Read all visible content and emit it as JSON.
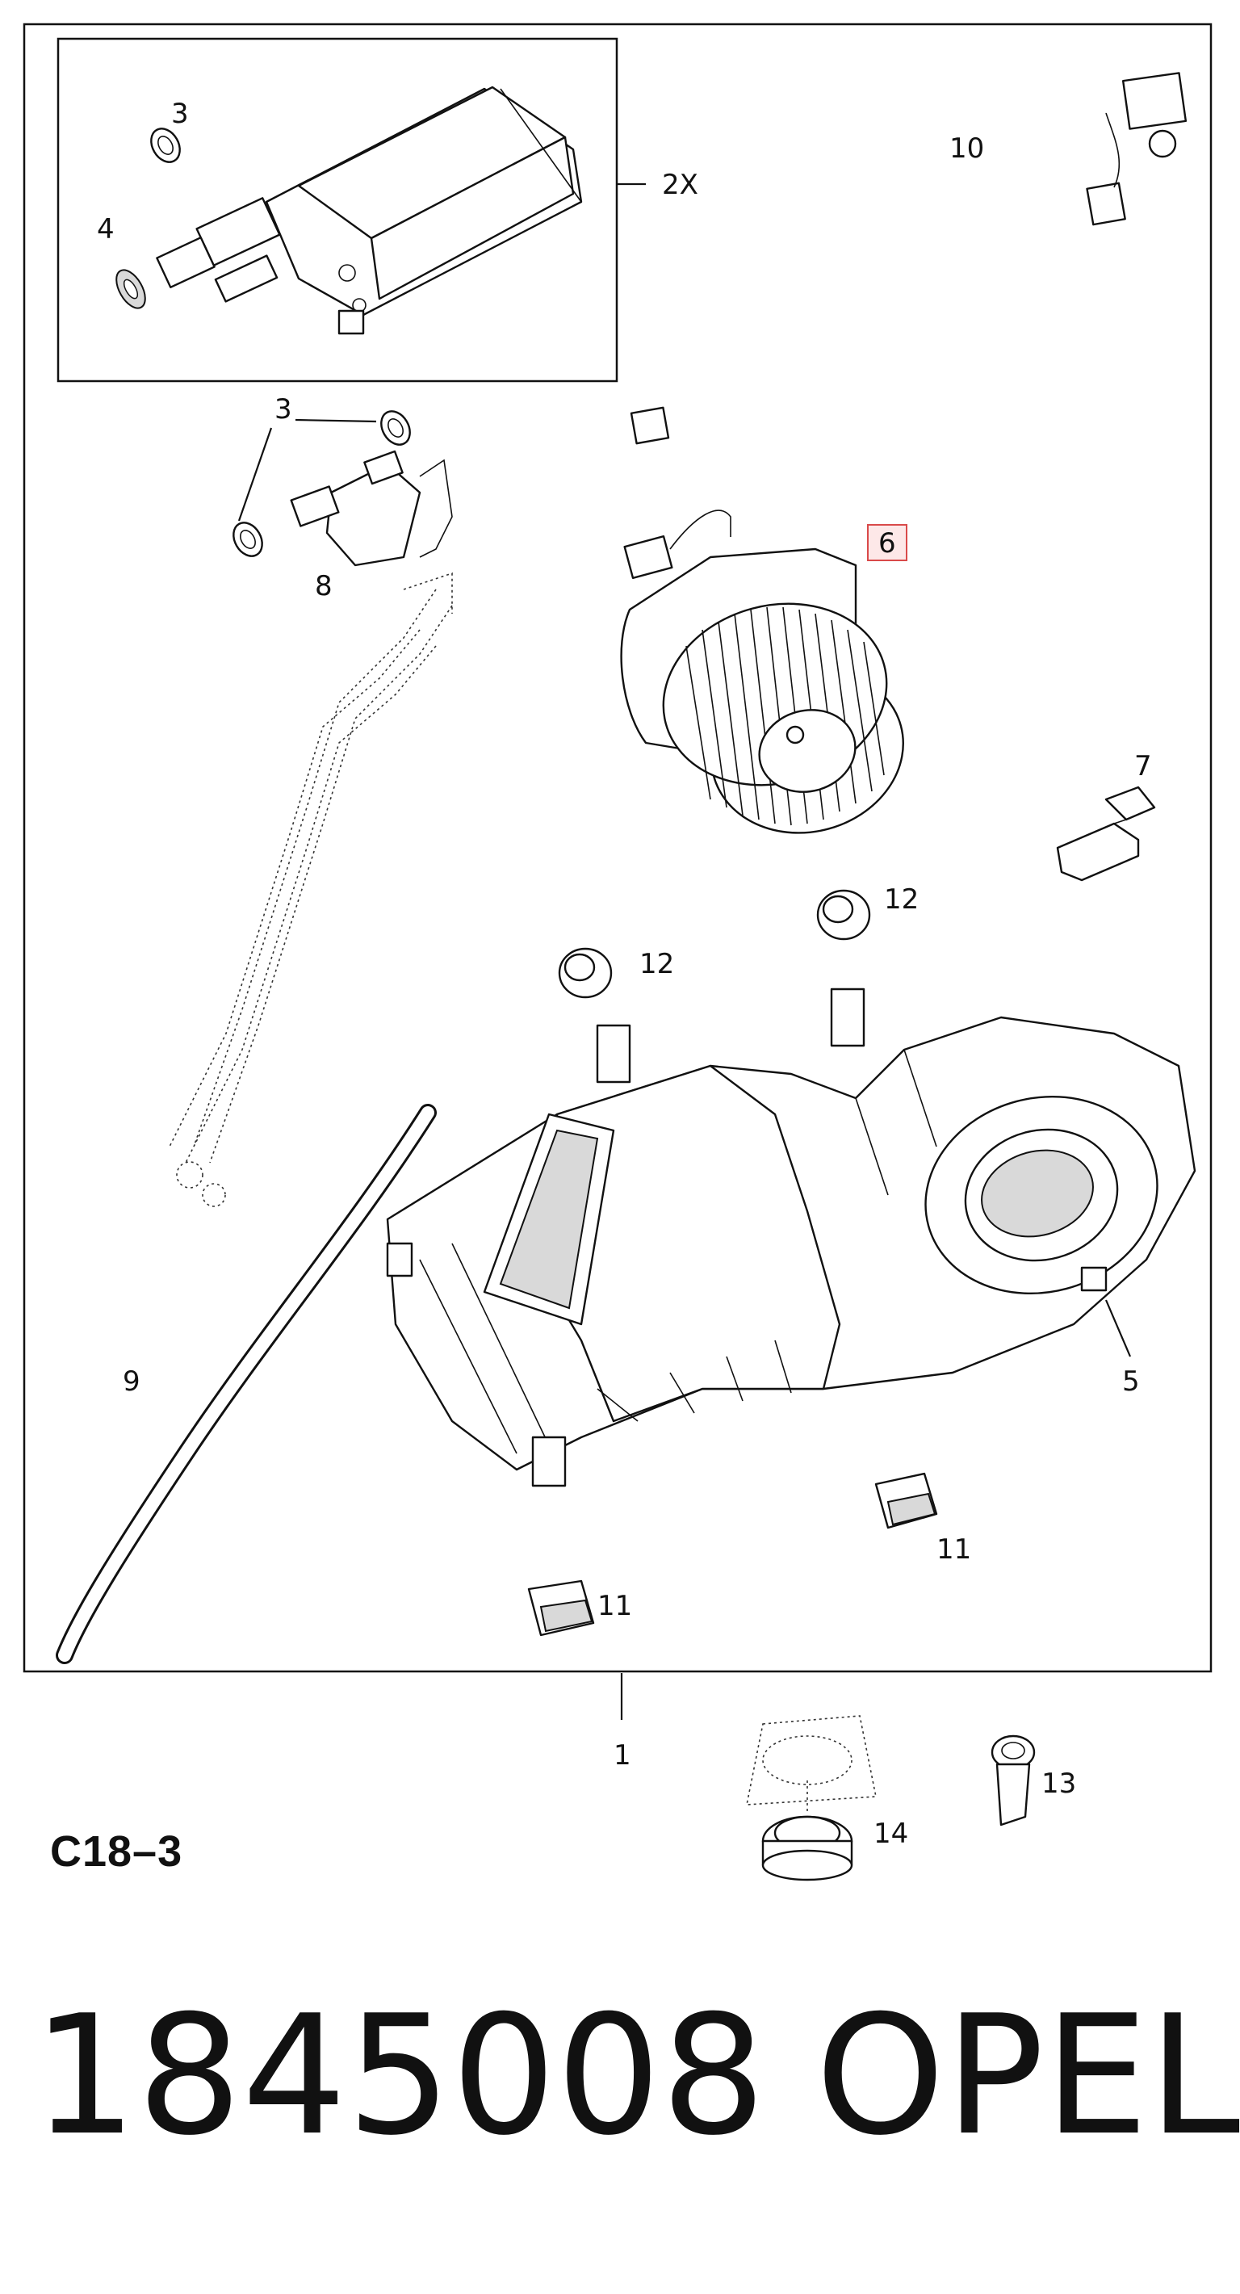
{
  "diagram": {
    "code": "C18–3",
    "callouts": {
      "c1": "1",
      "c2x": "2X",
      "c3a": "3",
      "c3b": "3",
      "c4": "4",
      "c5": "5",
      "c6": "6",
      "c7": "7",
      "c8": "8",
      "c9": "9",
      "c10": "10",
      "c11a": "11",
      "c11b": "11",
      "c12a": "12",
      "c12b": "12",
      "c13": "13",
      "c14": "14"
    },
    "highlight_color": "#d94a4a"
  },
  "footer": {
    "part_number": "1845008",
    "brand": "OPEL"
  }
}
